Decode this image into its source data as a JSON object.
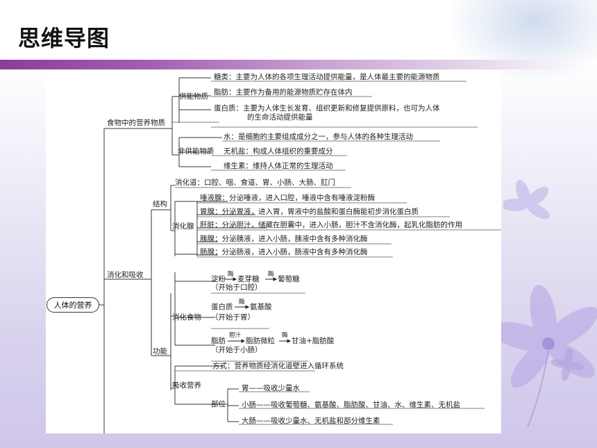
{
  "page_title": "思维导图",
  "root": "人体的营养",
  "food": {
    "label": "食物中的营养物质",
    "energy": {
      "label": "供能物质",
      "sugar": "糖类：主要为人体的各项生理活动提供能量，是人体最主要的能源物质",
      "fat": "脂肪：主要作为备用的能源物质贮存在体内",
      "protein_1": "蛋白质：主要为人体生长发育、组织更新和修复提供原料，也可为人体",
      "protein_2": "的生命活动提供能量"
    },
    "nonenergy": {
      "label": "非供能物质",
      "water": "水：是细胞的主要组成成分之一，参与人体的各种生理活动",
      "salt": "无机盐：构成人体组织的重要成分",
      "vitamin": "维生素：维持人体正常的生理活动"
    }
  },
  "digest": {
    "label": "消化和吸收",
    "structure": {
      "label": "结构",
      "tract": "消化道：口腔、咽、食道、胃、小肠、大肠、肛门",
      "glands_label": "消化腺",
      "glands": [
        "唾液腺：分泌唾液，进入口腔，唾液中含有唾液淀粉酶",
        "胃腺：分泌胃液，进入胃，胃液中的盐酸和蛋白酶能初步消化蛋白质",
        "肝脏：分泌胆汁，储藏在胆囊中，进入小肠，胆汁不含消化酶，起乳化脂肪的作用",
        "胰腺：分泌胰液，进入小肠，胰液中含有多种消化酶",
        "肠腺：分泌肠液，进入小肠，肠液中含有多种消化酶"
      ]
    },
    "function": {
      "label": "功能",
      "digest_food": {
        "label": "消化食物",
        "starch": {
          "from": "淀粉",
          "e1": "酶",
          "mid": "麦芽糖",
          "e2": "酶",
          "to": "葡萄糖",
          "note": "（开始于口腔）"
        },
        "protein": {
          "from": "蛋白质",
          "e1": "酶",
          "to": "氨基酸",
          "note": "（开始于胃）"
        },
        "fat": {
          "from": "脂肪",
          "e1": "胆汁",
          "mid": "脂肪微粒",
          "e2": "酶",
          "to": "甘油+脂肪酸",
          "note": "（开始于小肠）"
        }
      },
      "absorb": {
        "label": "吸收营养",
        "method": "方式：营养物质经消化道壁进入循环系统",
        "site_label": "部位",
        "sites": [
          "胃——吸收少量水",
          "小肠——吸收葡萄糖、氨基酸、脂肪酸、甘油、水、维生素、无机盐",
          "大肠——吸收少量水、无机盐和部分维生素"
        ]
      }
    }
  },
  "colors": {
    "accent_bar": "#8a3d9a",
    "line": "#333333"
  }
}
